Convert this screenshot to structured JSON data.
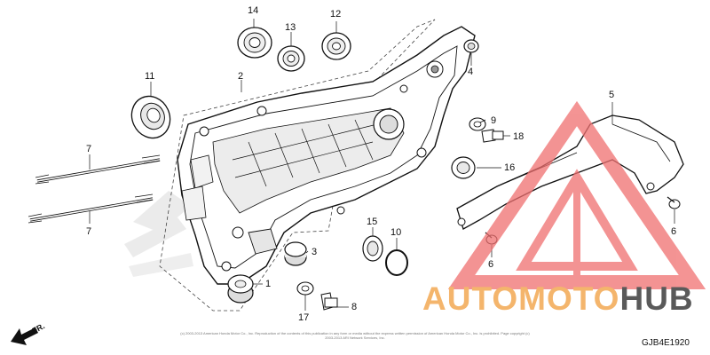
{
  "callouts": [
    {
      "id": "1",
      "label": "1"
    },
    {
      "id": "2",
      "label": "2"
    },
    {
      "id": "3",
      "label": "3"
    },
    {
      "id": "4",
      "label": "4"
    },
    {
      "id": "5",
      "label": "5"
    },
    {
      "id": "6a",
      "label": "6"
    },
    {
      "id": "6b",
      "label": "6"
    },
    {
      "id": "7a",
      "label": "7"
    },
    {
      "id": "7b",
      "label": "7"
    },
    {
      "id": "8",
      "label": "8"
    },
    {
      "id": "9",
      "label": "9"
    },
    {
      "id": "10",
      "label": "10"
    },
    {
      "id": "11",
      "label": "11"
    },
    {
      "id": "12",
      "label": "12"
    },
    {
      "id": "13",
      "label": "13"
    },
    {
      "id": "14",
      "label": "14"
    },
    {
      "id": "15",
      "label": "15"
    },
    {
      "id": "16",
      "label": "16"
    },
    {
      "id": "17",
      "label": "17"
    },
    {
      "id": "18",
      "label": "18"
    }
  ],
  "direction_label": "FR.",
  "diagram_code": "GJB4E1920",
  "copyright": "(c) 2003-2013 American Honda Motor Co., Inc. Reproduction of the contents of this publication in any form or media without the express written permission of American Honda Motor Co., Inc. is prohibited. Page copyright (c) 2003-2013 ARI Network Services, Inc.",
  "watermark_logo": {
    "text_a": "AUTOMOTO",
    "text_b": "HUB",
    "color_a": "#f4b56c",
    "color_b": "#5a5a5a",
    "triangle_color": "#f07070"
  },
  "background_logo": {
    "text": "HONDA"
  }
}
